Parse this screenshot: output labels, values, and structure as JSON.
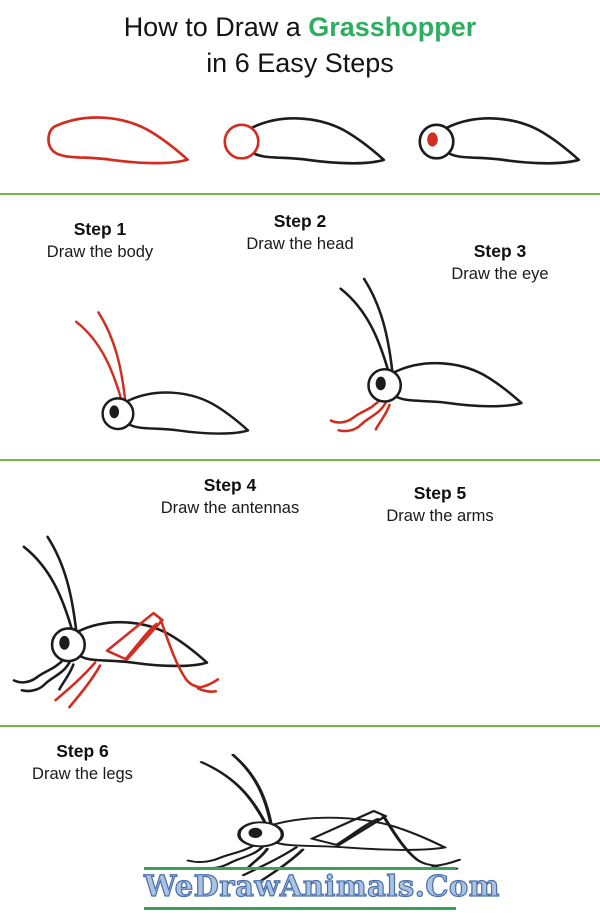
{
  "title": {
    "line1_prefix": "How to Draw a ",
    "line1_highlight": "Grasshopper",
    "line2": "in 6 Easy Steps"
  },
  "steps": [
    {
      "label": "Step 1",
      "instruction": "Draw the body"
    },
    {
      "label": "Step 2",
      "instruction": "Draw the head"
    },
    {
      "label": "Step 3",
      "instruction": "Draw the eye"
    },
    {
      "label": "Step 4",
      "instruction": "Draw the antennas"
    },
    {
      "label": "Step 5",
      "instruction": "Draw the arms"
    },
    {
      "label": "Step 6",
      "instruction": "Draw the legs"
    }
  ],
  "footer": {
    "site_name": "WeDrawAnimals.Com"
  },
  "colors": {
    "title_green": "#2eae60",
    "divider_green": "#79b643",
    "footer_line_green": "#3aa05a",
    "sketch_red": "#d22d20",
    "sketch_black": "#1c1c1c",
    "footer_text_fill": "#a9c3e4",
    "footer_text_outline": "#4a6fa8"
  }
}
